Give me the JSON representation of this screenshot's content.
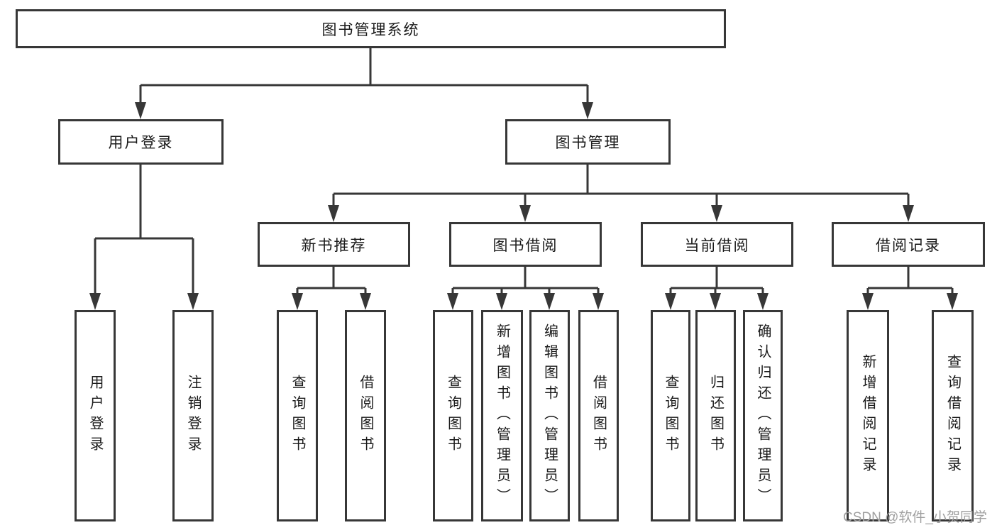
{
  "diagram": {
    "root": "图书管理系统",
    "level1": [
      "用户登录",
      "图书管理"
    ],
    "level2": [
      "新书推荐",
      "图书借阅",
      "当前借阅",
      "借阅记录"
    ],
    "groups": [
      {
        "parent": "用户登录",
        "children": [
          "用户登录",
          "注销登录"
        ]
      },
      {
        "parent": "新书推荐",
        "children": [
          "查询图书",
          "借阅图书"
        ]
      },
      {
        "parent": "图书借阅",
        "children": [
          "查询图书",
          "新增图书（管理员）",
          "编辑图书（管理员）",
          "借阅图书"
        ]
      },
      {
        "parent": "当前借阅",
        "children": [
          "查询图书",
          "归还图书",
          "确认归还（管理员）"
        ]
      },
      {
        "parent": "借阅记录",
        "children": [
          "新增借阅记录",
          "查询借阅记录"
        ]
      }
    ]
  },
  "watermark": "CSDN @软件_小贺同学",
  "colors": {
    "line": "#373737",
    "text": "#1a1a1a",
    "box_fill": "#ffffff",
    "watermark": "#a0a0a0",
    "background": "#ffffff"
  }
}
